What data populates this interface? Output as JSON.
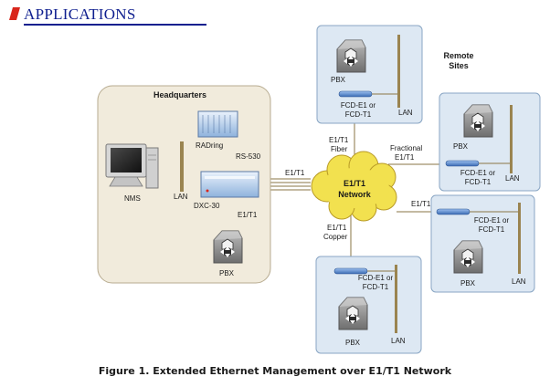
{
  "header": {
    "title": "APPLICATIONS"
  },
  "caption": "Figure 1.  Extended Ethernet Management over E1/T1 Network",
  "colors": {
    "accent_red": "#d9261c",
    "header_blue": "#0f1f8f",
    "site_fill": "#dde8f3",
    "site_stroke": "#8aa6c4",
    "hq_fill": "#f1ebdc",
    "hq_stroke": "#b7ab90",
    "lan_bar": "#9a8450",
    "cloud_fill": "#f2e14f",
    "link_line": "#8a7646",
    "modem_blue": "#3a6ab4"
  },
  "headquarters": {
    "title": "Headquarters",
    "nms": "NMS",
    "lan": "LAN",
    "radring": "RADring",
    "rs530": "RS-530",
    "dxc30": "DXC-30",
    "e1t1": "E1/T1",
    "pbx": "PBX"
  },
  "network": {
    "cloud": [
      "E1/T1",
      "Network"
    ],
    "hq_link": "E1/T1",
    "fiber": [
      "E1/T1",
      "Fiber"
    ],
    "fractional": [
      "Fractional",
      "E1/T1"
    ],
    "east_link": "E1/T1",
    "copper": [
      "E1/T1",
      "Copper"
    ]
  },
  "remote_sites_label": [
    "Remote",
    "Sites"
  ],
  "sites": {
    "top": {
      "pbx": "PBX",
      "fcd": [
        "FCD-E1 or",
        "FCD-T1"
      ],
      "lan": "LAN"
    },
    "right1": {
      "pbx": "PBX",
      "fcd": [
        "FCD-E1 or",
        "FCD-T1"
      ],
      "lan": "LAN"
    },
    "right2": {
      "pbx": "PBX",
      "fcd": [
        "FCD-E1 or",
        "FCD-T1"
      ],
      "lan": "LAN"
    },
    "bottom": {
      "pbx": "PBX",
      "fcd": [
        "FCD-E1 or",
        "FCD-T1"
      ],
      "lan": "LAN"
    }
  }
}
